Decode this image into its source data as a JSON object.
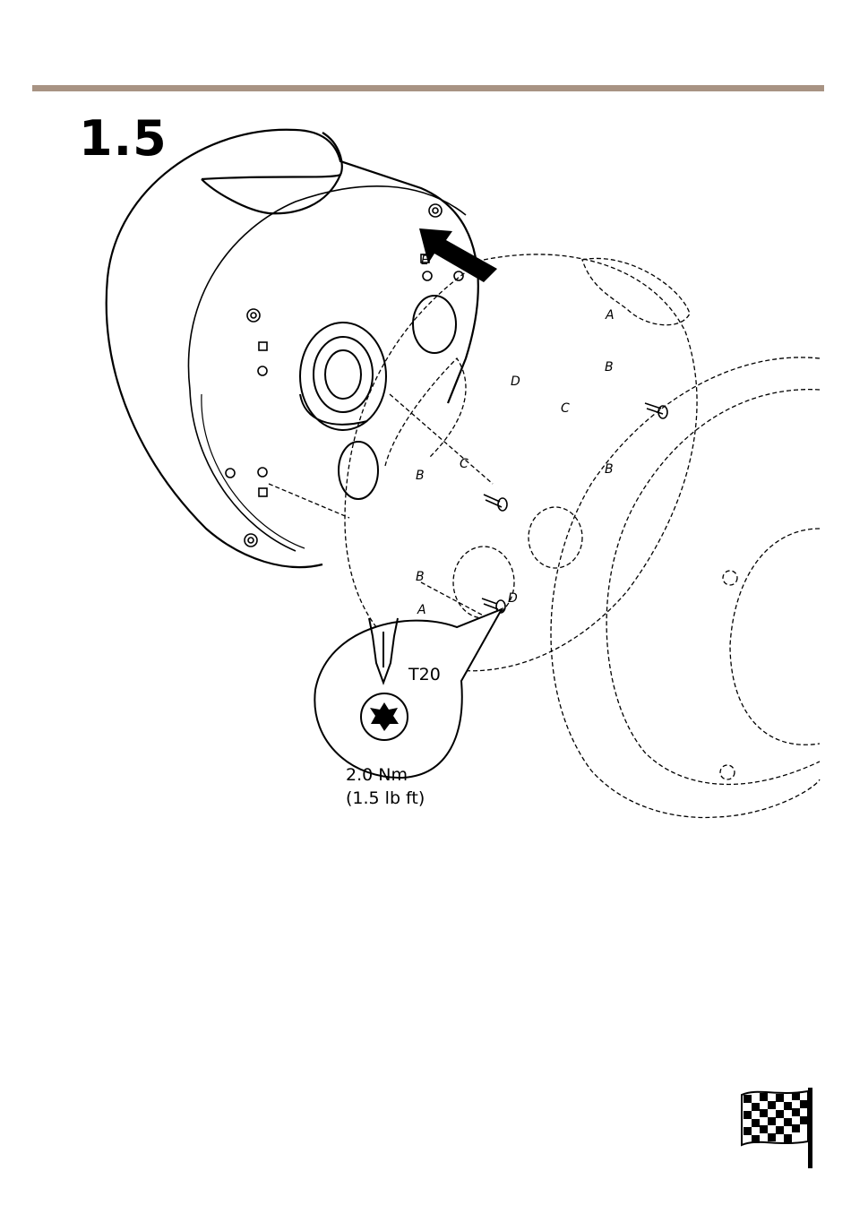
{
  "step": {
    "number": "1.5"
  },
  "callout": {
    "bit_type": "T20",
    "torque_metric": "2.0 Nm",
    "torque_imperial": "(1.5 lb ft)"
  },
  "mount_labels": [
    "A",
    "B",
    "C",
    "D",
    "E"
  ],
  "icons": {
    "rule_color": "#a89383",
    "finish": "checkered-flag-icon",
    "push": "arrow-icon",
    "screw": "screw-icon",
    "torx": "torx-bit-icon"
  }
}
